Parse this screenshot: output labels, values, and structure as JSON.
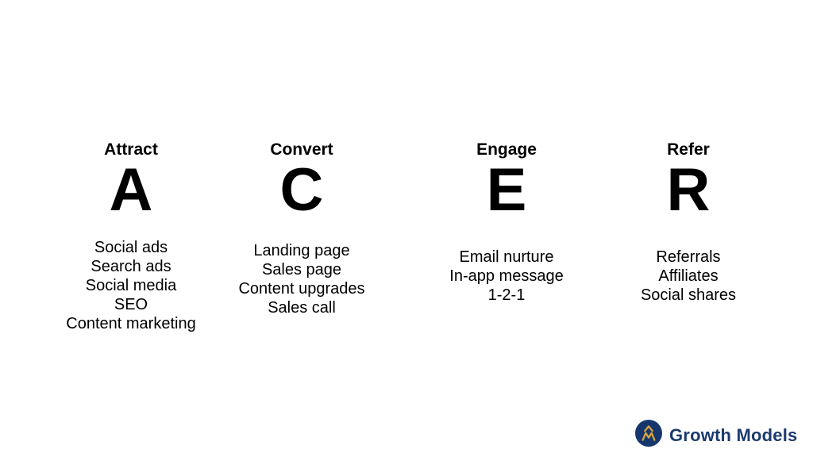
{
  "framework": {
    "columns": [
      {
        "title": "Attract",
        "letter": "A",
        "items": [
          "Social ads",
          "Search ads",
          "Social media",
          "SEO",
          "Content marketing"
        ]
      },
      {
        "title": "Convert",
        "letter": "C",
        "items": [
          "Landing page",
          "Sales page",
          "Content upgrades",
          "Sales call"
        ]
      },
      {
        "title": "Engage",
        "letter": "E",
        "items": [
          "Email nurture",
          "In-app message",
          "1-2-1"
        ]
      },
      {
        "title": "Refer",
        "letter": "R",
        "items": [
          "Referrals",
          "Affiliates",
          "Social shares"
        ]
      }
    ]
  },
  "branding": {
    "name": "Growth Models",
    "logo_icon": "mountain-monogram-icon",
    "colors": {
      "navy": "#16376E",
      "gold": "#D9A53C",
      "wordmark_text": "#1C3A6E"
    }
  }
}
